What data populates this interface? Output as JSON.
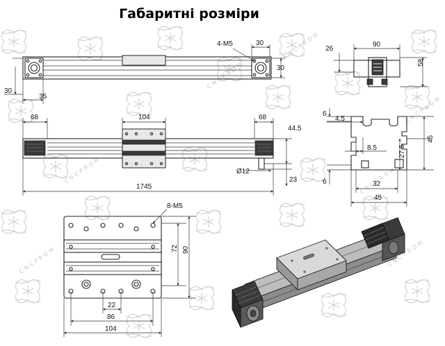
{
  "title": "Габаритні розміри",
  "watermark": "CNCPROM",
  "top_view": {
    "hole_label": "4-M5",
    "dim_30_top": "30",
    "dim_30_right": "30",
    "dim_30_left": "30",
    "dim_35": "35"
  },
  "end_view": {
    "dim_90": "90",
    "dim_26": "26",
    "dim_58": "58"
  },
  "front_view": {
    "dim_68_left": "68",
    "dim_104": "104",
    "dim_68_right": "68",
    "dim_44_5": "44.5",
    "dim_shaft": "Ø12",
    "dim_23": "23",
    "dim_1745": "1745"
  },
  "profile_view": {
    "dim_6_top": "6",
    "dim_4_5": "4.5",
    "dim_8_5": "8.5",
    "dim_27_5": "27.5",
    "dim_45_vertical": "45",
    "dim_6_bottom": "6",
    "dim_32": "32",
    "dim_45_horizontal": "45"
  },
  "carriage_view": {
    "hole_label": "8-M5",
    "dim_72": "72",
    "dim_90": "90",
    "dim_22": "22",
    "dim_86": "86",
    "dim_104": "104"
  }
}
